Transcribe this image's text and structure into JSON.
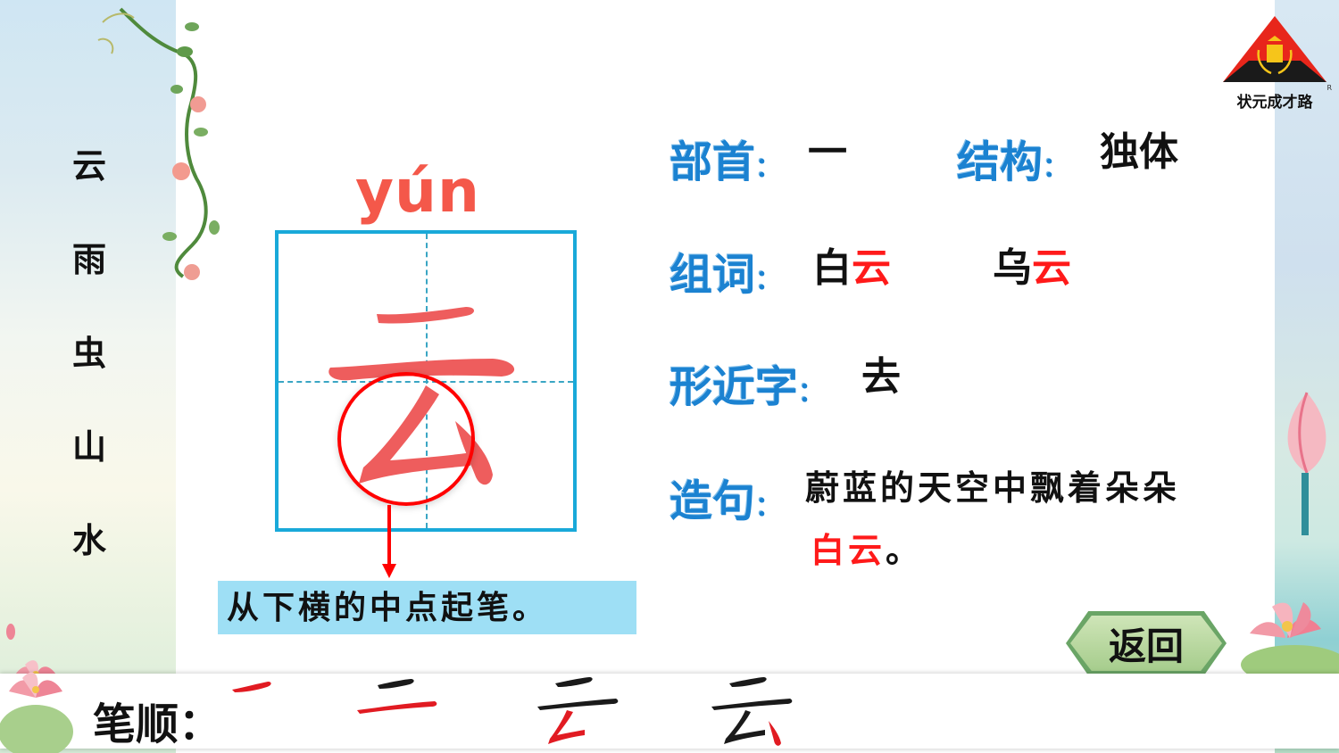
{
  "sidebar": {
    "characters": [
      "云",
      "雨",
      "虫",
      "山",
      "水"
    ]
  },
  "logo": {
    "brand_text": "状元成才路",
    "trademark": "R"
  },
  "character_card": {
    "character": "云",
    "pinyin": "yún",
    "highlight_hint": "从下横的中点起笔。",
    "colors": {
      "pinyin": "#f4584a",
      "grid_border": "#19a9d9",
      "character_fill": "#ee5d5d",
      "highlight": "#ff0000",
      "hint_bg": "#9edff5"
    }
  },
  "info": {
    "radical": {
      "label": "部首",
      "value": "一"
    },
    "structure": {
      "label": "结构",
      "value": "独体"
    },
    "words": {
      "label": "组词",
      "items": [
        {
          "prefix": "白",
          "char": "云"
        },
        {
          "prefix": "乌",
          "char": "云"
        }
      ]
    },
    "similar": {
      "label": "形近字",
      "value": "去"
    },
    "sentence": {
      "label": "造句",
      "text": "蔚蓝的天空中飘着朵朵",
      "highlight": "白云",
      "end": "。"
    },
    "colon": "："
  },
  "stroke_order": {
    "label": "笔顺：",
    "steps": 4
  },
  "nav": {
    "return_label": "返回"
  }
}
